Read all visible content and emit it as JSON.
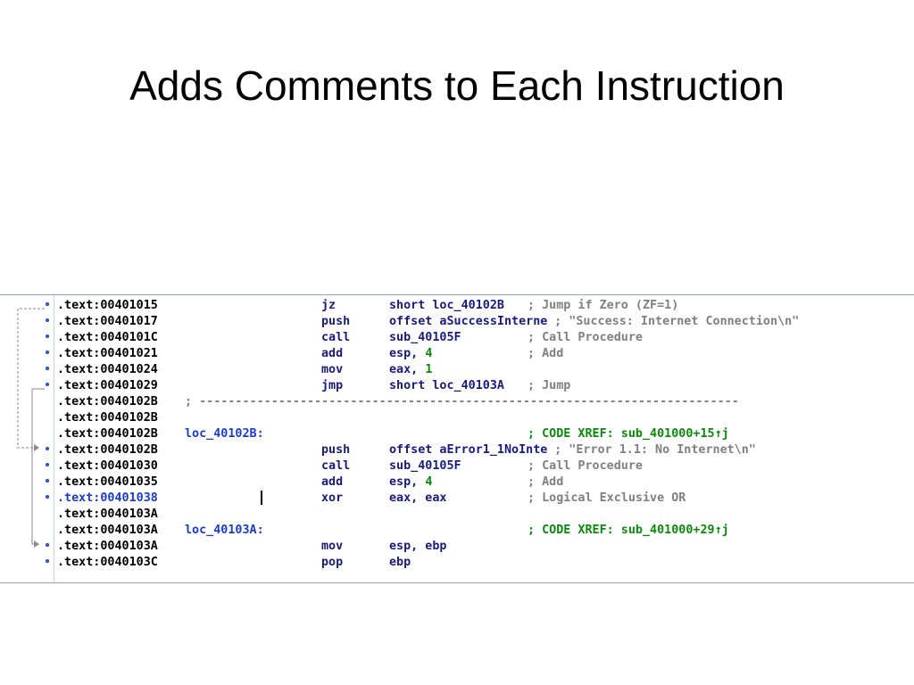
{
  "slide": {
    "title": "Adds Comments to Each Instruction"
  },
  "listing": {
    "rows": [
      {
        "addr": ".text:00401015",
        "label": "",
        "mn": "jz",
        "op": "short loc_40102B",
        "num": "",
        "cmt": "; Jump if Zero (ZF=1)",
        "dot": true
      },
      {
        "addr": ".text:00401017",
        "label": "",
        "mn": "push",
        "op": "offset aSuccessInterne",
        "num": "",
        "cmt": "; \"Success: Internet Connection\\n\"",
        "dot": true
      },
      {
        "addr": ".text:0040101C",
        "label": "",
        "mn": "call",
        "op": "sub_40105F",
        "num": "",
        "cmt": "; Call Procedure",
        "dot": true
      },
      {
        "addr": ".text:00401021",
        "label": "",
        "mn": "add",
        "op": "esp, ",
        "num": "4",
        "cmt": "; Add",
        "dot": true
      },
      {
        "addr": ".text:00401024",
        "label": "",
        "mn": "mov",
        "op": "eax, ",
        "num": "1",
        "cmt": "",
        "dot": true
      },
      {
        "addr": ".text:00401029",
        "label": "",
        "mn": "jmp",
        "op": "short loc_40103A",
        "num": "",
        "cmt": "; Jump",
        "dot": true
      },
      {
        "addr": ".text:0040102B",
        "sep": "; ---------------------------------------------------------------------------",
        "dot": false
      },
      {
        "addr": ".text:0040102B",
        "label": "",
        "mn": "",
        "op": "",
        "num": "",
        "cmt": "",
        "dot": false
      },
      {
        "addr": ".text:0040102B",
        "label": "loc_40102B:",
        "mn": "",
        "op": "",
        "num": "",
        "xref": "; CODE XREF: sub_401000+15↑j",
        "dot": false
      },
      {
        "addr": ".text:0040102B",
        "label": "",
        "mn": "push",
        "op": "offset aError1_1NoInte",
        "num": "",
        "cmt": "; \"Error 1.1: No Internet\\n\"",
        "dot": true
      },
      {
        "addr": ".text:00401030",
        "label": "",
        "mn": "call",
        "op": "sub_40105F",
        "num": "",
        "cmt": "; Call Procedure",
        "dot": true
      },
      {
        "addr": ".text:00401035",
        "label": "",
        "mn": "add",
        "op": "esp, ",
        "num": "4",
        "cmt": "; Add",
        "dot": true
      },
      {
        "addr": ".text:00401038",
        "label": "",
        "mn": "xor",
        "op": "eax, eax",
        "num": "",
        "cmt": "; Logical Exclusive OR",
        "dot": true,
        "highlight": true
      },
      {
        "addr": ".text:0040103A",
        "label": "",
        "mn": "",
        "op": "",
        "num": "",
        "cmt": "",
        "dot": false
      },
      {
        "addr": ".text:0040103A",
        "label": "loc_40103A:",
        "mn": "",
        "op": "",
        "num": "",
        "xref": "; CODE XREF: sub_401000+29↑j",
        "dot": false
      },
      {
        "addr": ".text:0040103A",
        "label": "",
        "mn": "mov",
        "op": "esp, ebp",
        "num": "",
        "cmt": "",
        "dot": true
      },
      {
        "addr": ".text:0040103C",
        "label": "",
        "mn": "pop",
        "op": "ebp",
        "num": "",
        "cmt": "",
        "dot": true
      }
    ],
    "colors": {
      "address": "#000000",
      "label": "#1a3ccc",
      "mnemonic": "#1a1a80",
      "comment": "#808080",
      "xref": "#0a8a0a",
      "number": "#0a8a0a",
      "dot": "#2255dd"
    }
  }
}
